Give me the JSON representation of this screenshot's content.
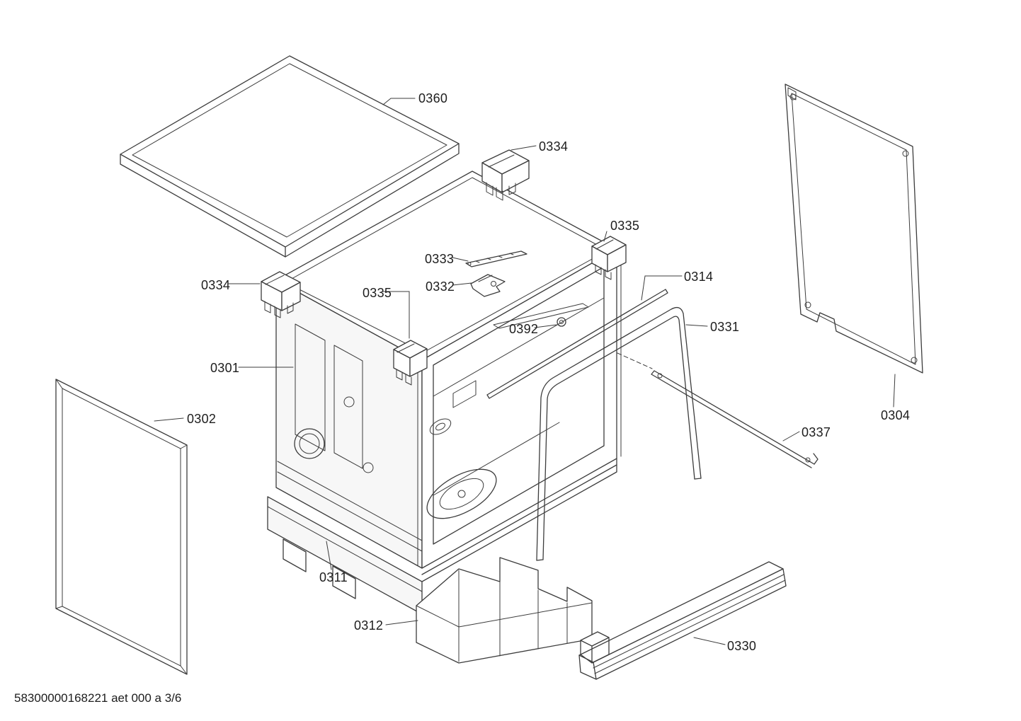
{
  "drawing": {
    "type": "exploded-parts-diagram",
    "footer": "58300000168221 aet 000 a 3/6",
    "colors": {
      "background": "#ffffff",
      "line": "#3c3c3c",
      "text": "#1d1d1d"
    },
    "callouts": [
      {
        "part": "worktop",
        "label": "0360"
      },
      {
        "part": "fixing-bracket-top",
        "label": "0334"
      },
      {
        "part": "corner-bracket-right",
        "label": "0335"
      },
      {
        "part": "slide-rail",
        "label": "0333"
      },
      {
        "part": "latch",
        "label": "0332"
      },
      {
        "part": "cross-rod",
        "label": "0314"
      },
      {
        "part": "fastener",
        "label": "0392"
      },
      {
        "part": "fixing-bracket-left",
        "label": "0334"
      },
      {
        "part": "corner-bracket-front",
        "label": "0335"
      },
      {
        "part": "tub-body",
        "label": "0301"
      },
      {
        "part": "side-panel-left",
        "label": "0302"
      },
      {
        "part": "door-seal-frame",
        "label": "0331"
      },
      {
        "part": "side-panel-right",
        "label": "0304"
      },
      {
        "part": "diagonal-brace",
        "label": "0337"
      },
      {
        "part": "base",
        "label": "0311"
      },
      {
        "part": "insulation-base",
        "label": "0312"
      },
      {
        "part": "base-panel-rear",
        "label": "0330"
      }
    ]
  }
}
